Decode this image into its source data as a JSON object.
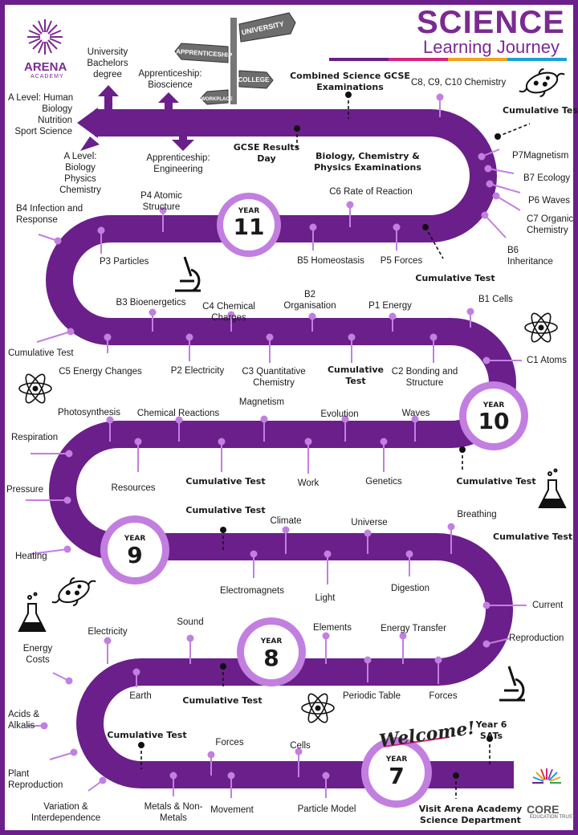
{
  "header": {
    "title": "SCIENCE",
    "subtitle": "Learning Journey",
    "bar_colors": [
      "#6b1f8a",
      "#d6247e",
      "#f2a21b",
      "#1aa0d8"
    ]
  },
  "logo": {
    "name": "ARENA",
    "sub": "ACADEMY"
  },
  "core_logo": {
    "name": "CORE",
    "sub": "EDUCATION TRUST"
  },
  "signpost": {
    "arms": [
      "UNIVERSITY",
      "APPRENTICESHIP",
      "COLLEGE",
      "WORKPLACE"
    ]
  },
  "welcome": "Welcome!",
  "colors": {
    "road": "#6b1f8a",
    "dot": "#c27fe0",
    "badge_ring": "#c27fe0",
    "text": "#1a1a1a",
    "title": "#7b2a92"
  },
  "years": [
    {
      "small": "YEAR",
      "num": "11"
    },
    {
      "small": "YEAR",
      "num": "10"
    },
    {
      "small": "YEAR",
      "num": "9"
    },
    {
      "small": "YEAR",
      "num": "8"
    },
    {
      "small": "YEAR",
      "num": "7"
    }
  ],
  "destinations": {
    "university": "University\nBachelors\ndegree",
    "appr_bio": "Apprenticeship:\nBioscience",
    "alevel_human": "A Level: Human\nBiology\nNutrition\nSport Science",
    "alevel_sci": "A Level:\nBiology\nPhysics\nChemistry",
    "appr_eng": "Apprenticeship:\nEngineering"
  },
  "year11": {
    "combined": "Combined Science GCSE\nExaminations",
    "chem": "C8, C9, C10 Chemistry",
    "cum_right": "Cumulative Test",
    "results": "GCSE Results\nDay",
    "separate": "Biology, Chemistry &\nPhysics Examinations",
    "p7": "P7Magnetism",
    "b7": "B7 Ecology",
    "p6": "P6 Waves",
    "c7": "C7 Organic\nChemistry",
    "b6": "B6\nInheritance",
    "c6": "C6 Rate of Reaction",
    "p4": "P4 Atomic\nStructure",
    "b4": "B4 Infection and\nResponse",
    "p3": "P3 Particles",
    "b5": "B5 Homeostasis",
    "p5": "P5 Forces",
    "cum_mid": "Cumulative Test"
  },
  "year10": {
    "b3": "B3 Bioenergetics",
    "c4": "C4 Chemical\nCharges",
    "b2": "B2\nOrganisation",
    "p1": "P1 Energy",
    "b1": "B1 Cells",
    "cum_left": "Cumulative Test",
    "c5": "C5 Energy Changes",
    "p2": "P2 Electricity",
    "c3": "C3 Quantitative\nChemistry",
    "cum": "Cumulative\nTest",
    "c2": "C2 Bonding and\nStructure",
    "c1": "C1 Atoms"
  },
  "year9": {
    "photo": "Photosynthesis",
    "chemreact": "Chemical Reactions",
    "magnetism": "Magnetism",
    "evolution": "Evolution",
    "waves": "Waves",
    "respiration": "Respiration",
    "resources": "Resources",
    "cum1": "Cumulative Test",
    "work": "Work",
    "genetics": "Genetics",
    "cum2": "Cumulative Test",
    "pressure": "Pressure",
    "heating": "Heating"
  },
  "year8": {
    "cum_top": "Cumulative Test",
    "climate": "Climate",
    "universe": "Universe",
    "breathing": "Breathing",
    "cum_right": "Cumulative Test",
    "electromagnets": "Electromagnets",
    "light": "Light",
    "digestion": "Digestion",
    "current": "Current",
    "reproduction": "Reproduction",
    "sound": "Sound",
    "electricity": "Electricity",
    "elements": "Elements",
    "energy_transfer": "Energy Transfer",
    "energy_costs": "Energy\nCosts",
    "earth": "Earth",
    "cum_bottom": "Cumulative Test",
    "periodic": "Periodic Table",
    "forces": "Forces"
  },
  "year7": {
    "acids": "Acids &\nAlkalis",
    "plant": "Plant\nReproduction",
    "cum": "Cumulative Test",
    "forces": "Forces",
    "cells": "Cells",
    "sats": "Year 6\nSATs",
    "variation": "Variation &\nInterdependence",
    "metals": "Metals & Non-\nMetals",
    "movement": "Movement",
    "particle": "Particle Model",
    "visit": "Visit Arena Academy\nScience Department"
  }
}
